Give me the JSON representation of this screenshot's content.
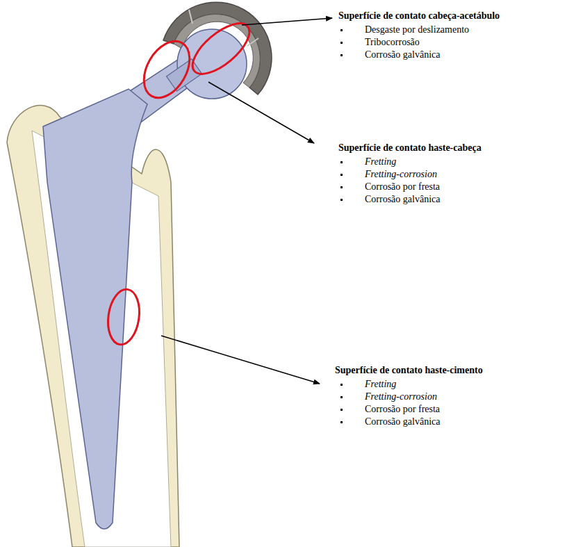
{
  "diagram": {
    "labels": [
      "Superfície de contato cabeça-acetábulo",
      "Desgaste por deslizamento",
      "Tribocorrosão",
      "Corrosão galvânica",
      "Superfície de contato haste-cabeça",
      "Fretting",
      "Fretting-corrosion",
      "Corrosão por fresta",
      "Corrosão galvânica",
      "Superfície de contato haste-cimento",
      "Fretting",
      "Fretting-corrosion",
      "Corrosão por fresta",
      "Corrosão galvânica"
    ]
  }
}
